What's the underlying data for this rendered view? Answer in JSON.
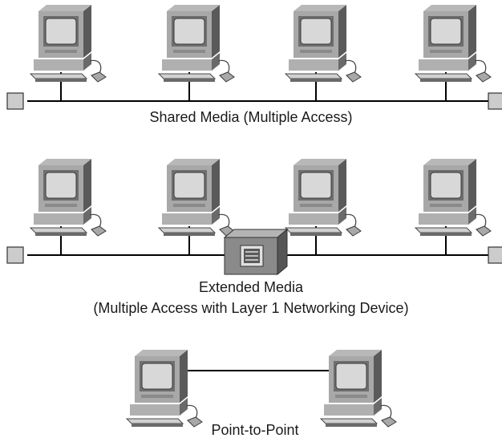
{
  "sections": {
    "shared": {
      "caption": "Shared Media (Multiple Access)"
    },
    "extended": {
      "caption_line1": "Extended Media",
      "caption_line2": "(Multiple Access with Layer 1 Networking Device)"
    },
    "p2p": {
      "caption": "Point-to-Point"
    }
  },
  "colors": {
    "line": "#000000",
    "device_light": "#dcdcdc",
    "device_mid": "#a8a8a8",
    "device_dark": "#5a5a5a",
    "terminator": "#cccccc"
  },
  "icons": [
    "computer-icon",
    "hub-icon",
    "terminator-icon"
  ]
}
